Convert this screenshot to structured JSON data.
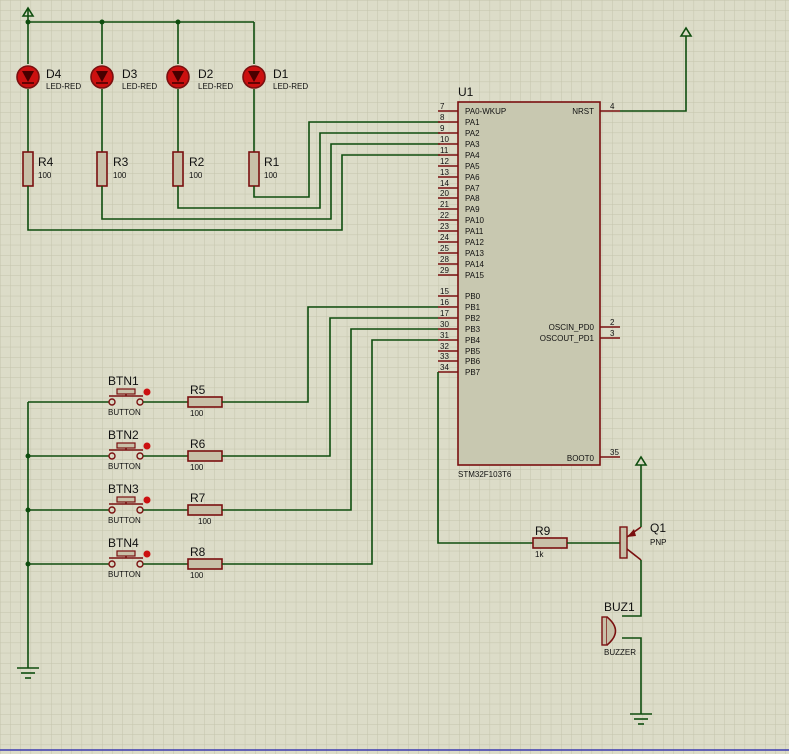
{
  "mcu": {
    "ref": "U1",
    "part": "STM32F103T6",
    "left_pins": [
      {
        "num": "7",
        "name": "PA0-WKUP"
      },
      {
        "num": "8",
        "name": "PA1"
      },
      {
        "num": "9",
        "name": "PA2"
      },
      {
        "num": "10",
        "name": "PA3"
      },
      {
        "num": "11",
        "name": "PA4"
      },
      {
        "num": "12",
        "name": "PA5"
      },
      {
        "num": "13",
        "name": "PA6"
      },
      {
        "num": "14",
        "name": "PA7"
      },
      {
        "num": "20",
        "name": "PA8"
      },
      {
        "num": "21",
        "name": "PA9"
      },
      {
        "num": "22",
        "name": "PA10"
      },
      {
        "num": "23",
        "name": "PA11"
      },
      {
        "num": "24",
        "name": "PA12"
      },
      {
        "num": "25",
        "name": "PA13"
      },
      {
        "num": "28",
        "name": "PA14"
      },
      {
        "num": "29",
        "name": "PA15"
      },
      {
        "num": "15",
        "name": "PB0"
      },
      {
        "num": "16",
        "name": "PB1"
      },
      {
        "num": "17",
        "name": "PB2"
      },
      {
        "num": "30",
        "name": "PB3"
      },
      {
        "num": "31",
        "name": "PB4"
      },
      {
        "num": "32",
        "name": "PB5"
      },
      {
        "num": "33",
        "name": "PB6"
      },
      {
        "num": "34",
        "name": "PB7"
      }
    ],
    "right_pins": [
      {
        "num": "4",
        "name": "NRST"
      },
      {
        "num": "2",
        "name": "OSCIN_PD0"
      },
      {
        "num": "3",
        "name": "OSCOUT_PD1"
      },
      {
        "num": "35",
        "name": "BOOT0"
      }
    ]
  },
  "leds": [
    {
      "ref": "D4",
      "value": "LED-RED"
    },
    {
      "ref": "D3",
      "value": "LED-RED"
    },
    {
      "ref": "D2",
      "value": "LED-RED"
    },
    {
      "ref": "D1",
      "value": "LED-RED"
    }
  ],
  "led_resistors": [
    {
      "ref": "R4",
      "value": "100"
    },
    {
      "ref": "R3",
      "value": "100"
    },
    {
      "ref": "R2",
      "value": "100"
    },
    {
      "ref": "R1",
      "value": "100"
    }
  ],
  "buttons": [
    {
      "ref": "BTN1",
      "value": "BUTTON"
    },
    {
      "ref": "BTN2",
      "value": "BUTTON"
    },
    {
      "ref": "BTN3",
      "value": "BUTTON"
    },
    {
      "ref": "BTN4",
      "value": "BUTTON"
    }
  ],
  "button_resistors": [
    {
      "ref": "R5",
      "value": "100"
    },
    {
      "ref": "R6",
      "value": "100"
    },
    {
      "ref": "R7",
      "value": "100"
    },
    {
      "ref": "R8",
      "value": "100"
    }
  ],
  "base_resistor": {
    "ref": "R9",
    "value": "1k"
  },
  "transistor": {
    "ref": "Q1",
    "value": "PNP"
  },
  "buzzer": {
    "ref": "BUZ1",
    "value": "BUZZER"
  },
  "colors": {
    "wire": "#0e4d0e",
    "part": "#7a1010",
    "led": "#cc1010",
    "grid": "#c2c2aa",
    "background": "#dcdcc8"
  }
}
